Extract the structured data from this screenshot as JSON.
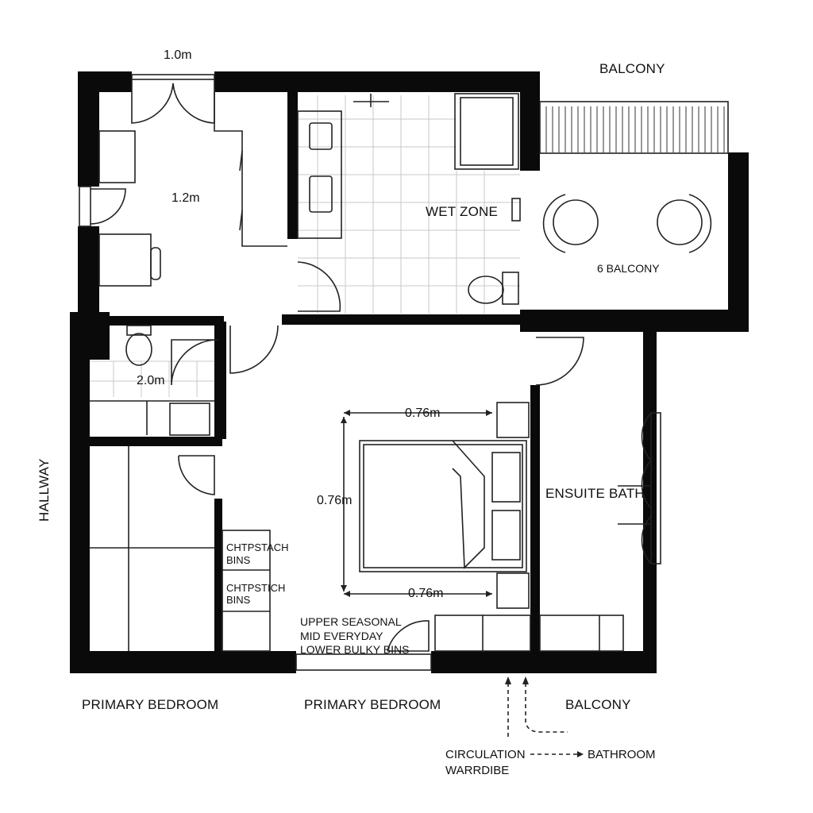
{
  "plan": {
    "rooms": {
      "balcony_top": "BALCONY",
      "wet_zone": "WET ZONE",
      "balcony_seating": "6 BALCONY",
      "ensuite_bath": "ENSUITE BATH",
      "hallway": "HALLWAY",
      "primary_bedroom_left": "PRIMARY BEDROOM",
      "primary_bedroom_center": "PRIMARY BEDROOM",
      "balcony_bottom": "BALCONY"
    },
    "dimensions": {
      "top_width": "1.0m",
      "entry_room": "1.2m",
      "powder_room": "2.0m",
      "bed_top": "0.76m",
      "bed_side": "0.76m",
      "bed_bottom": "0.76m"
    },
    "storage": {
      "bin_1_line1": "CHTPSTACH",
      "bin_1_line2": "BINS",
      "bin_2_line1": "CHTPSTICH",
      "bin_2_line2": "BINS",
      "shelf_upper": "UPPER SEASONAL",
      "shelf_mid": "MID EVERYDAY",
      "shelf_lower": "LOWER BULKY BINS"
    },
    "legend": {
      "circulation": "CIRCULATION",
      "wardrobe": "WARRDIBE",
      "bathroom": "BATHROOM"
    },
    "colors": {
      "wall": "#0a0a0a",
      "line": "#222222",
      "tile": "#c8c8c8",
      "background": "#ffffff"
    }
  }
}
